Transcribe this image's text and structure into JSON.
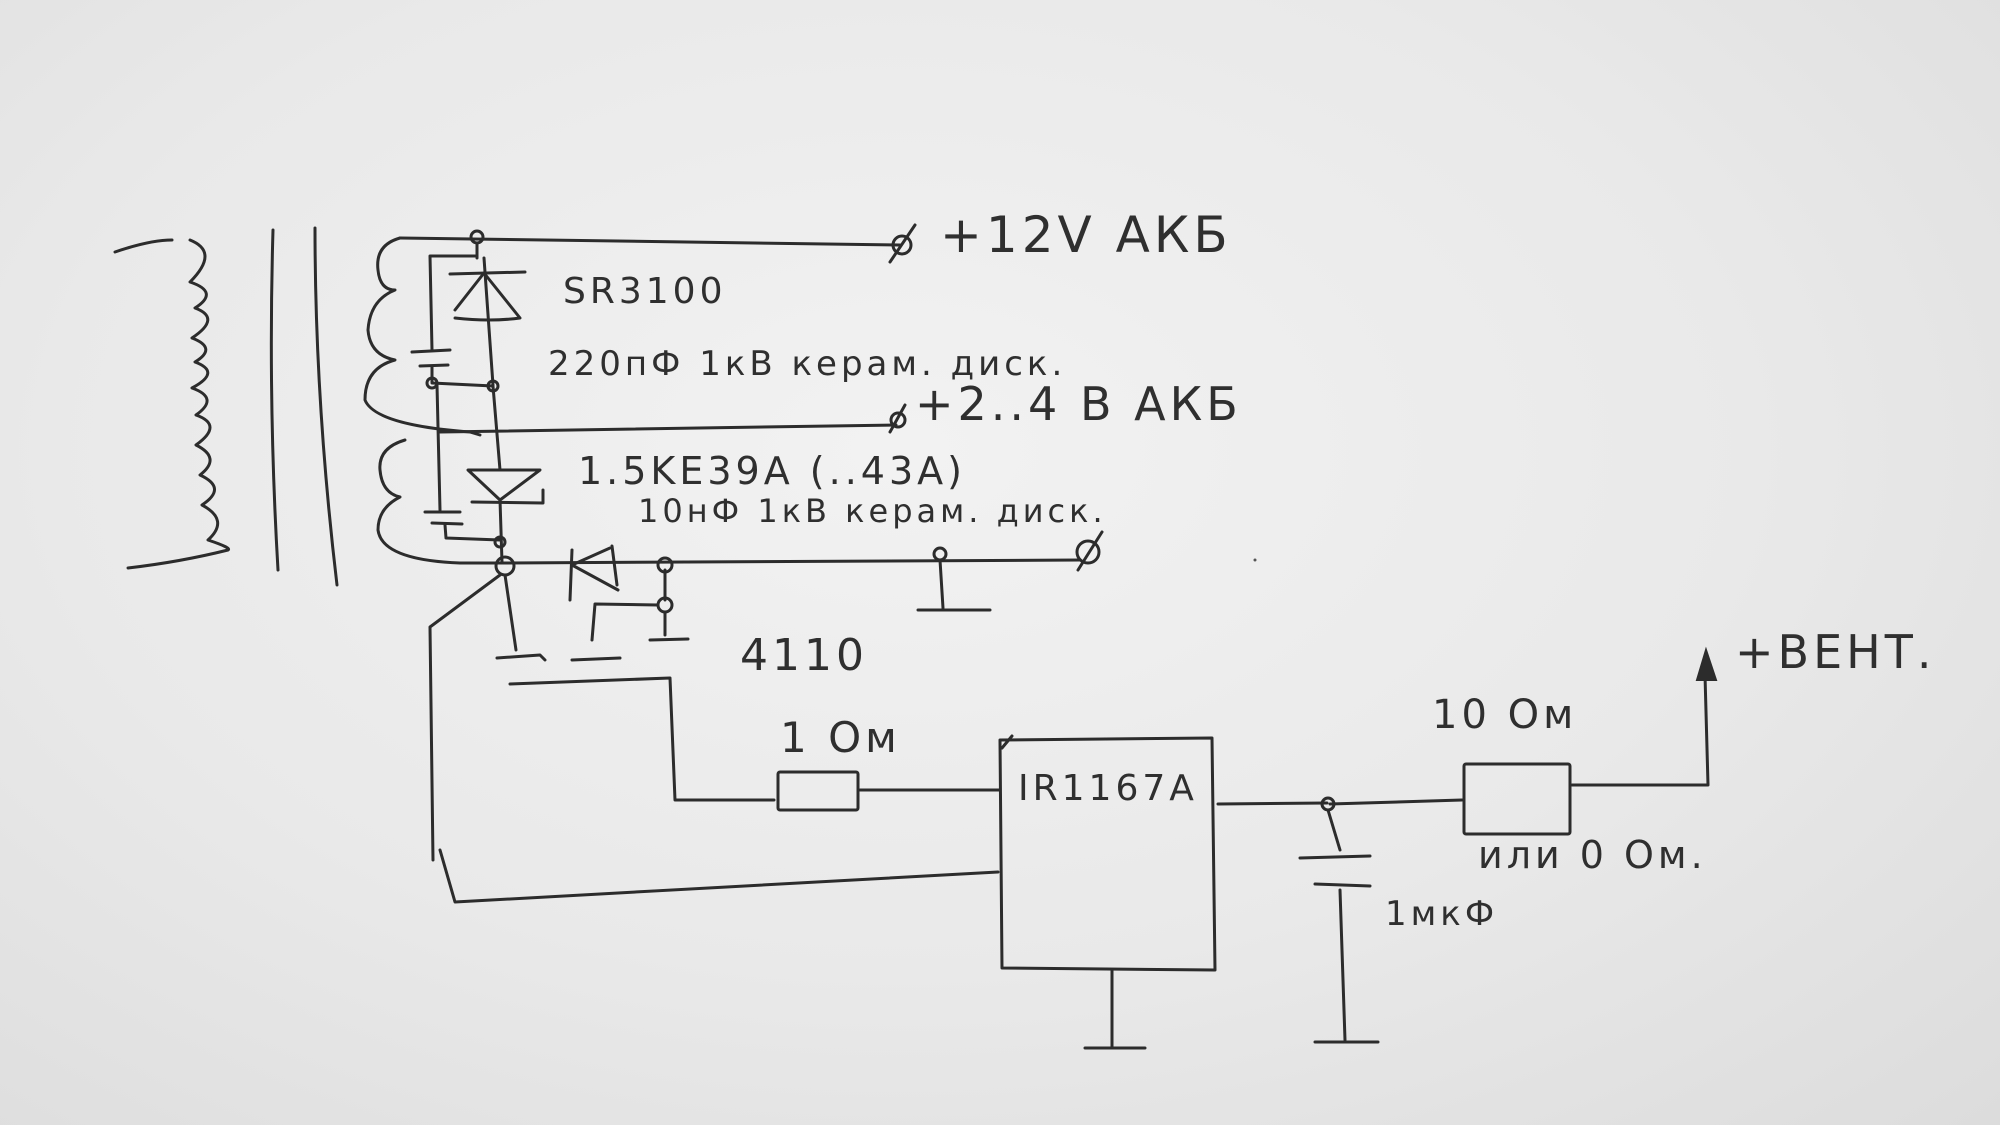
{
  "schematic": {
    "labels": {
      "diode_top": "SR3100",
      "cap_top": "220пФ 1кВ керам. диск.",
      "terminal_12v": "+12V АКБ",
      "terminal_24v": "+2..4 В АКБ",
      "tvs_diode": "1.5KE39A (..43A)",
      "cap_bottom": "10нФ 1кВ керам. диск.",
      "mosfet": "4110",
      "gate_resistor": "1 Ом",
      "controller_ic": "IR1167A",
      "output_resistor": "10 Ом",
      "output_resistor_alt": "или 0 Ом.",
      "output_cap": "1мкФ",
      "output_terminal": "+ВЕНТ."
    },
    "colors": {
      "ink": "#2c2c2c",
      "paper": "#ececec"
    }
  }
}
